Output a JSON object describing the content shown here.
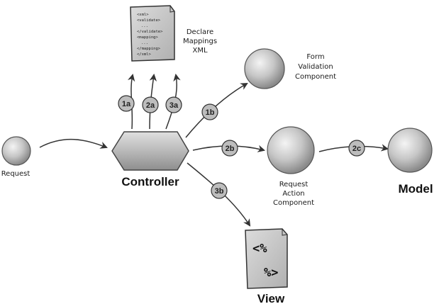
{
  "nodes": {
    "request": {
      "label": "Request"
    },
    "controller": {
      "label": "Controller"
    },
    "form_validation": {
      "label": [
        "Form",
        "Validation",
        "Component"
      ]
    },
    "request_action": {
      "label": [
        "Request",
        "Action",
        "Component"
      ]
    },
    "model": {
      "label": "Model"
    },
    "view": {
      "label": "View"
    }
  },
  "xml_document": {
    "lines": [
      "<xml>",
      "<validate>",
      "...",
      "</validate>",
      "<mapping>",
      "...",
      "</mapping>",
      "</xml>"
    ],
    "label": [
      "Declare",
      "Mappings",
      "XML"
    ]
  },
  "view_document": {
    "open_tag": "<%",
    "close_tag": "%>"
  },
  "steps": {
    "1a": "1a",
    "2a": "2a",
    "3a": "3a",
    "1b": "1b",
    "2b": "2b",
    "2c": "2c",
    "3b": "3b"
  }
}
